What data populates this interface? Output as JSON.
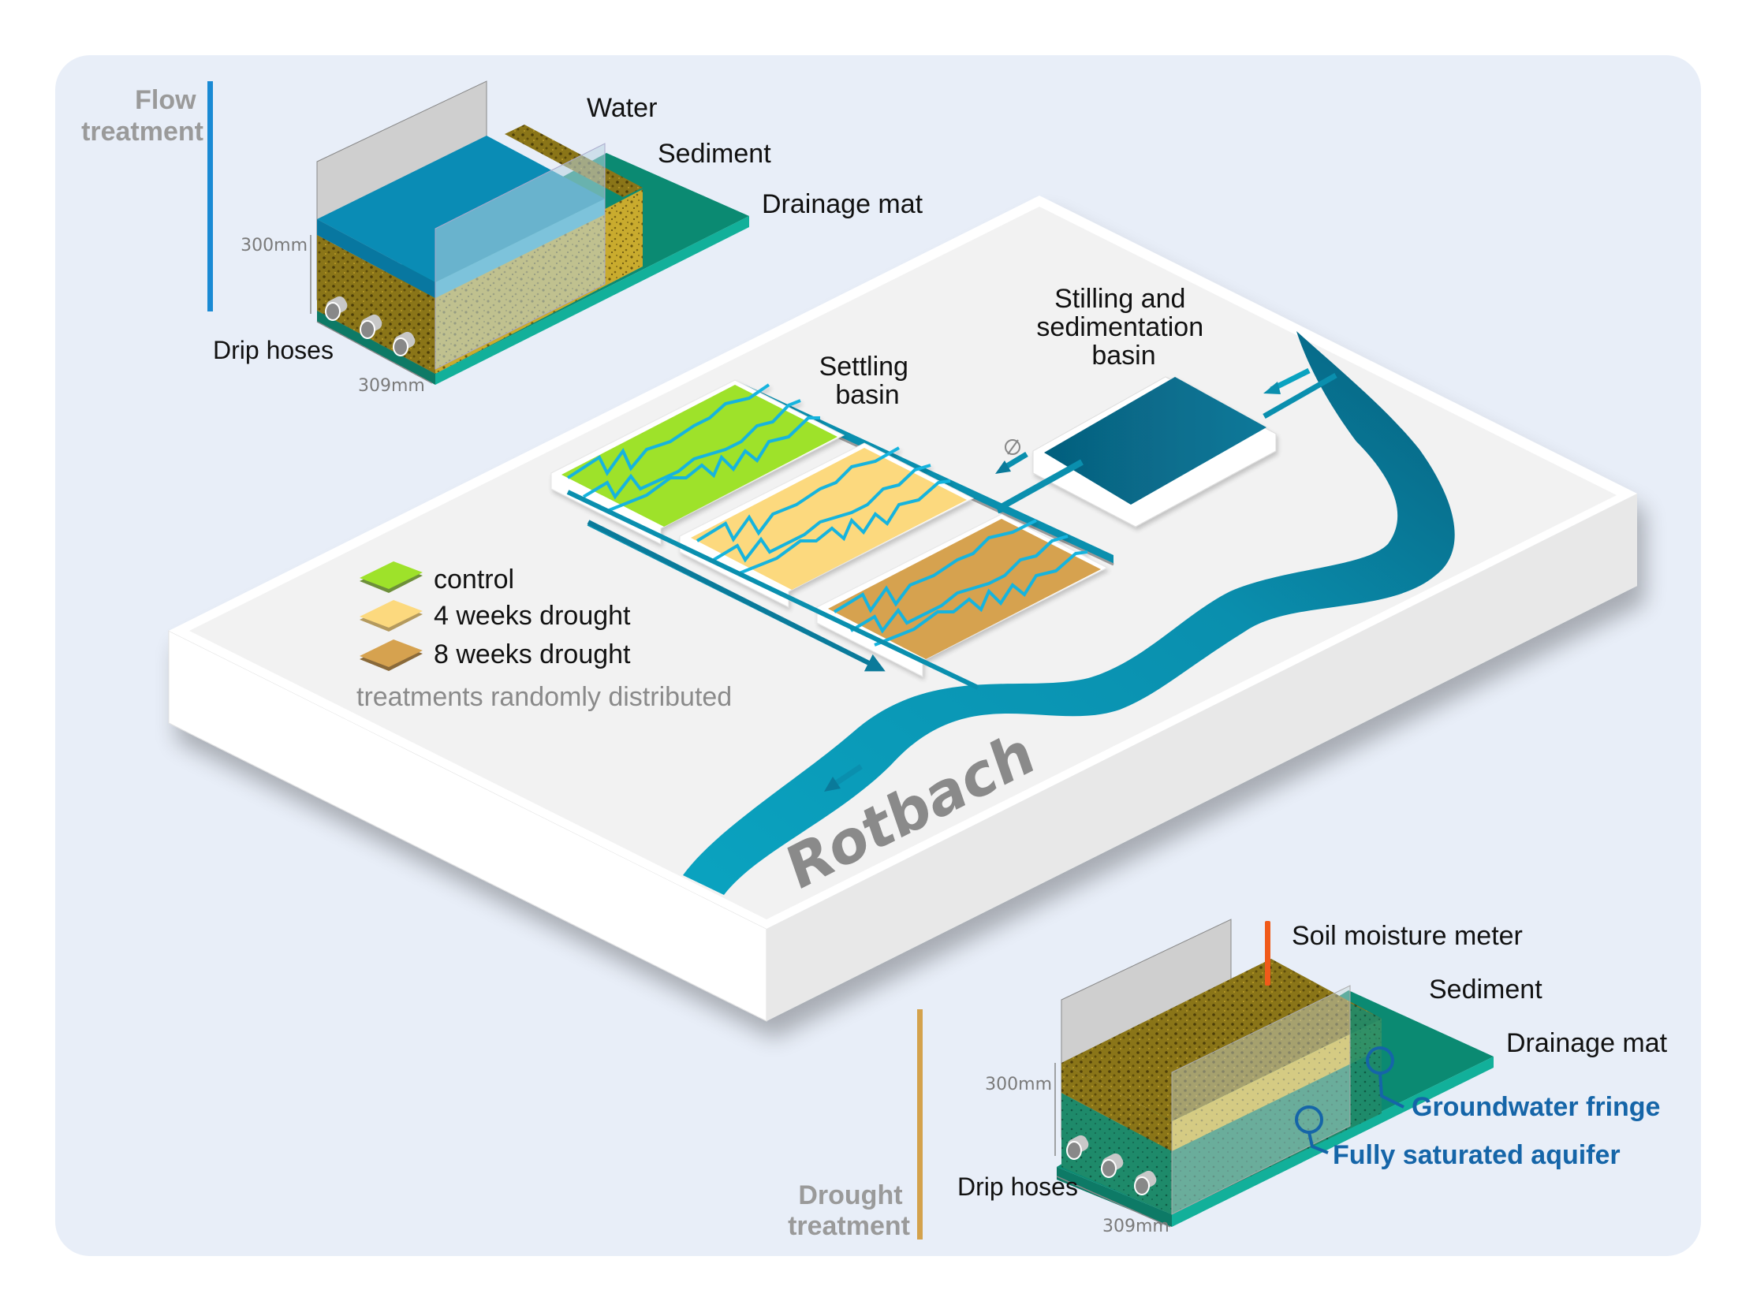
{
  "flow_treatment": {
    "title_line1": "Flow",
    "title_line2": "treatment",
    "accent_color": "#1a8ad4",
    "labels": {
      "water": "Water",
      "sediment": "Sediment",
      "drainage_mat": "Drainage mat",
      "drip_hoses": "Drip hoses"
    },
    "height_dim": "300mm",
    "width_dim": "309mm"
  },
  "drought_treatment": {
    "title_line1": "Drought",
    "title_line2": "treatment",
    "accent_color": "#d4a24c",
    "labels": {
      "soil_moisture_meter": "Soil moisture meter",
      "sediment": "Sediment",
      "drainage_mat": "Drainage mat",
      "groundwater_fringe": "Groundwater fringe",
      "fully_saturated_aquifer": "Fully saturated aquifer",
      "drip_hoses": "Drip hoses"
    },
    "height_dim": "300mm",
    "width_dim": "309mm"
  },
  "site": {
    "settling_basin_line1": "Settling",
    "settling_basin_line2": "basin",
    "stilling_line1": "Stilling and",
    "stilling_line2": "sedimentation",
    "stilling_line3": "basin",
    "river_name": "Rotbach"
  },
  "legend": {
    "items": [
      {
        "label": "control",
        "color": "#9ee22a"
      },
      {
        "label": "4 weeks drought",
        "color": "#fcd97e"
      },
      {
        "label": "8 weeks drought",
        "color": "#d6a24f"
      }
    ],
    "note": "treatments randomly distributed"
  },
  "colors": {
    "water": "#0a8cb5",
    "river": "#0a94b4",
    "basin": "#07708f",
    "drainage_mat": "#0b8a72",
    "sediment": "#c8a830",
    "meter": "#f05a1a",
    "callout_blue": "#1565a8"
  }
}
